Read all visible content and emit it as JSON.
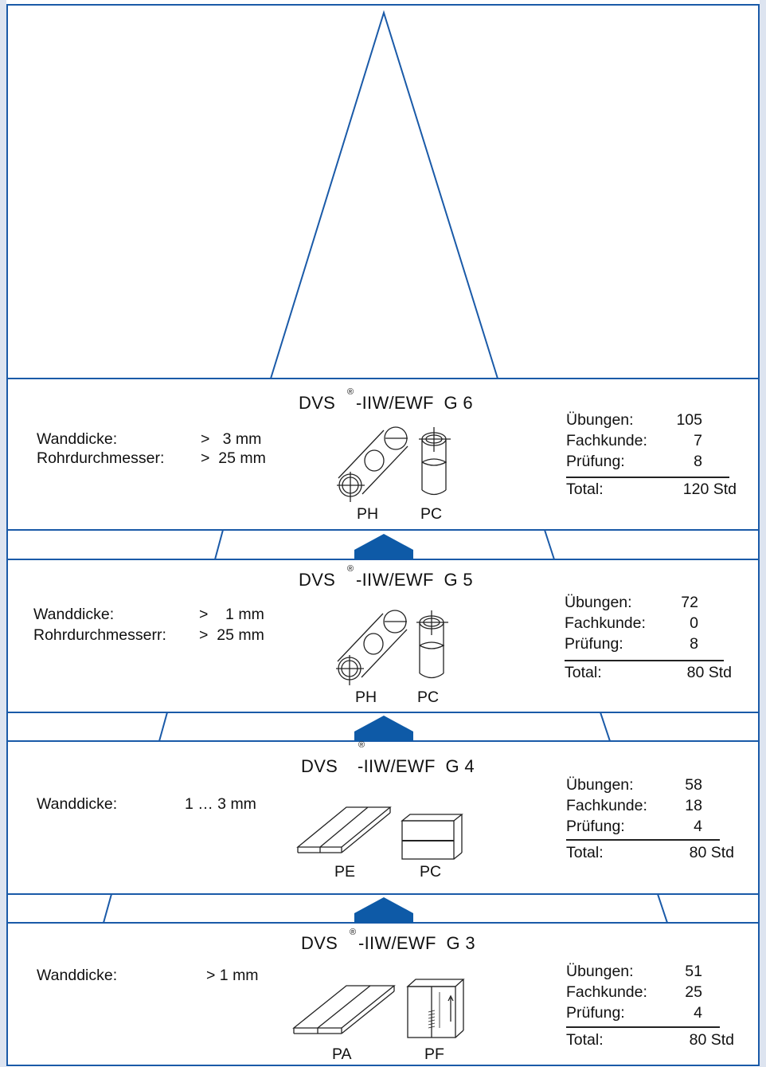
{
  "colors": {
    "frame": "#1a5aa8",
    "arrow": "#0e5aa7",
    "background": "#ffffff",
    "text": "#111111"
  },
  "levels": [
    {
      "title_main": "DVS",
      "title_mark": "®",
      "title_rest": "-IIW/EWF  G 6",
      "req_labels": [
        "Wanddicke:",
        "Rohrdurchmesser:"
      ],
      "req_values": [
        ">   3 mm",
        ">  25 mm"
      ],
      "positions": [
        "PH",
        "PC"
      ],
      "hours": [
        {
          "label": "Übungen:",
          "value": "105"
        },
        {
          "label": "Fachkunde:",
          "value": "7"
        },
        {
          "label": "Prüfung:",
          "value": "8"
        }
      ],
      "total_label": "Total:",
      "total_value": "120 Std"
    },
    {
      "title_main": "DVS",
      "title_mark": "®",
      "title_rest": "-IIW/EWF  G 5",
      "req_labels": [
        "Wanddicke:",
        "Rohrdurchmesserr:"
      ],
      "req_values": [
        ">    1 mm",
        ">  25 mm"
      ],
      "positions": [
        "PH",
        "PC"
      ],
      "hours": [
        {
          "label": "Übungen:",
          "value": "72"
        },
        {
          "label": "Fachkunde:",
          "value": "0"
        },
        {
          "label": "Prüfung:",
          "value": "8"
        }
      ],
      "total_label": "Total:",
      "total_value": "80 Std"
    },
    {
      "title_main": "DVS",
      "title_mark": "®",
      "title_rest": "-IIW/EWF  G 4",
      "req_labels": [
        "Wanddicke:"
      ],
      "req_values": [
        "1 … 3 mm"
      ],
      "positions": [
        "PE",
        "PC"
      ],
      "hours": [
        {
          "label": "Übungen:",
          "value": "58"
        },
        {
          "label": "Fachkunde:",
          "value": "18"
        },
        {
          "label": "Prüfung:",
          "value": "4"
        }
      ],
      "total_label": "Total:",
      "total_value": "80 Std"
    },
    {
      "title_main": "DVS",
      "title_mark": "®",
      "title_rest": "-IIW/EWF  G 3",
      "req_labels": [
        "Wanddicke:"
      ],
      "req_values": [
        "> 1 mm"
      ],
      "positions": [
        "PA",
        "PF"
      ],
      "hours": [
        {
          "label": "Übungen:",
          "value": "51"
        },
        {
          "label": "Fachkunde:",
          "value": "25"
        },
        {
          "label": "Prüfung:",
          "value": "4"
        }
      ],
      "total_label": "Total:",
      "total_value": "80 Std"
    }
  ]
}
